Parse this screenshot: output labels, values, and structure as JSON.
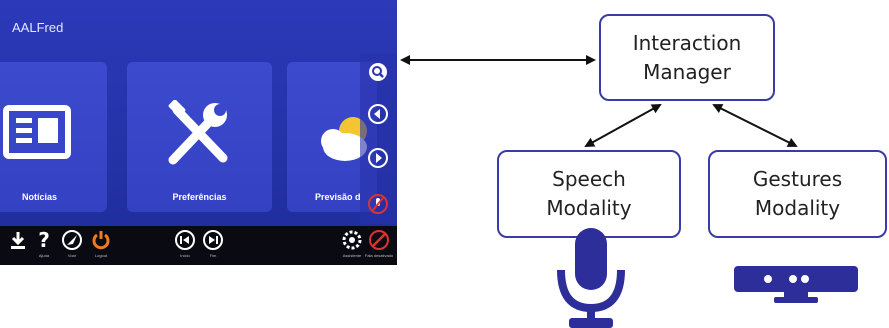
{
  "app": {
    "title": "AALFred",
    "tiles": [
      {
        "label": "Notícias"
      },
      {
        "label": "Preferências"
      },
      {
        "label": "Previsão d"
      }
    ],
    "bottom_bar": {
      "items": [
        {
          "label": "Ajuda"
        },
        {
          "label": "Voar"
        },
        {
          "label": "Logout"
        },
        {
          "label": "Início"
        },
        {
          "label": "Fim"
        },
        {
          "label": "Assistente"
        },
        {
          "label": "Fala desativado"
        }
      ]
    }
  },
  "diagram": {
    "interaction_manager": {
      "line1": "Interaction",
      "line2": "Manager"
    },
    "speech_modality": {
      "line1": "Speech",
      "line2": "Modality"
    },
    "gestures_modality": {
      "line1": "Gestures",
      "line2": "Modality"
    },
    "colors": {
      "box_border": "#3a3aa8",
      "microphone": "#2e2e9a",
      "kinect": "#2e2e9a",
      "arrow": "#111111"
    }
  }
}
